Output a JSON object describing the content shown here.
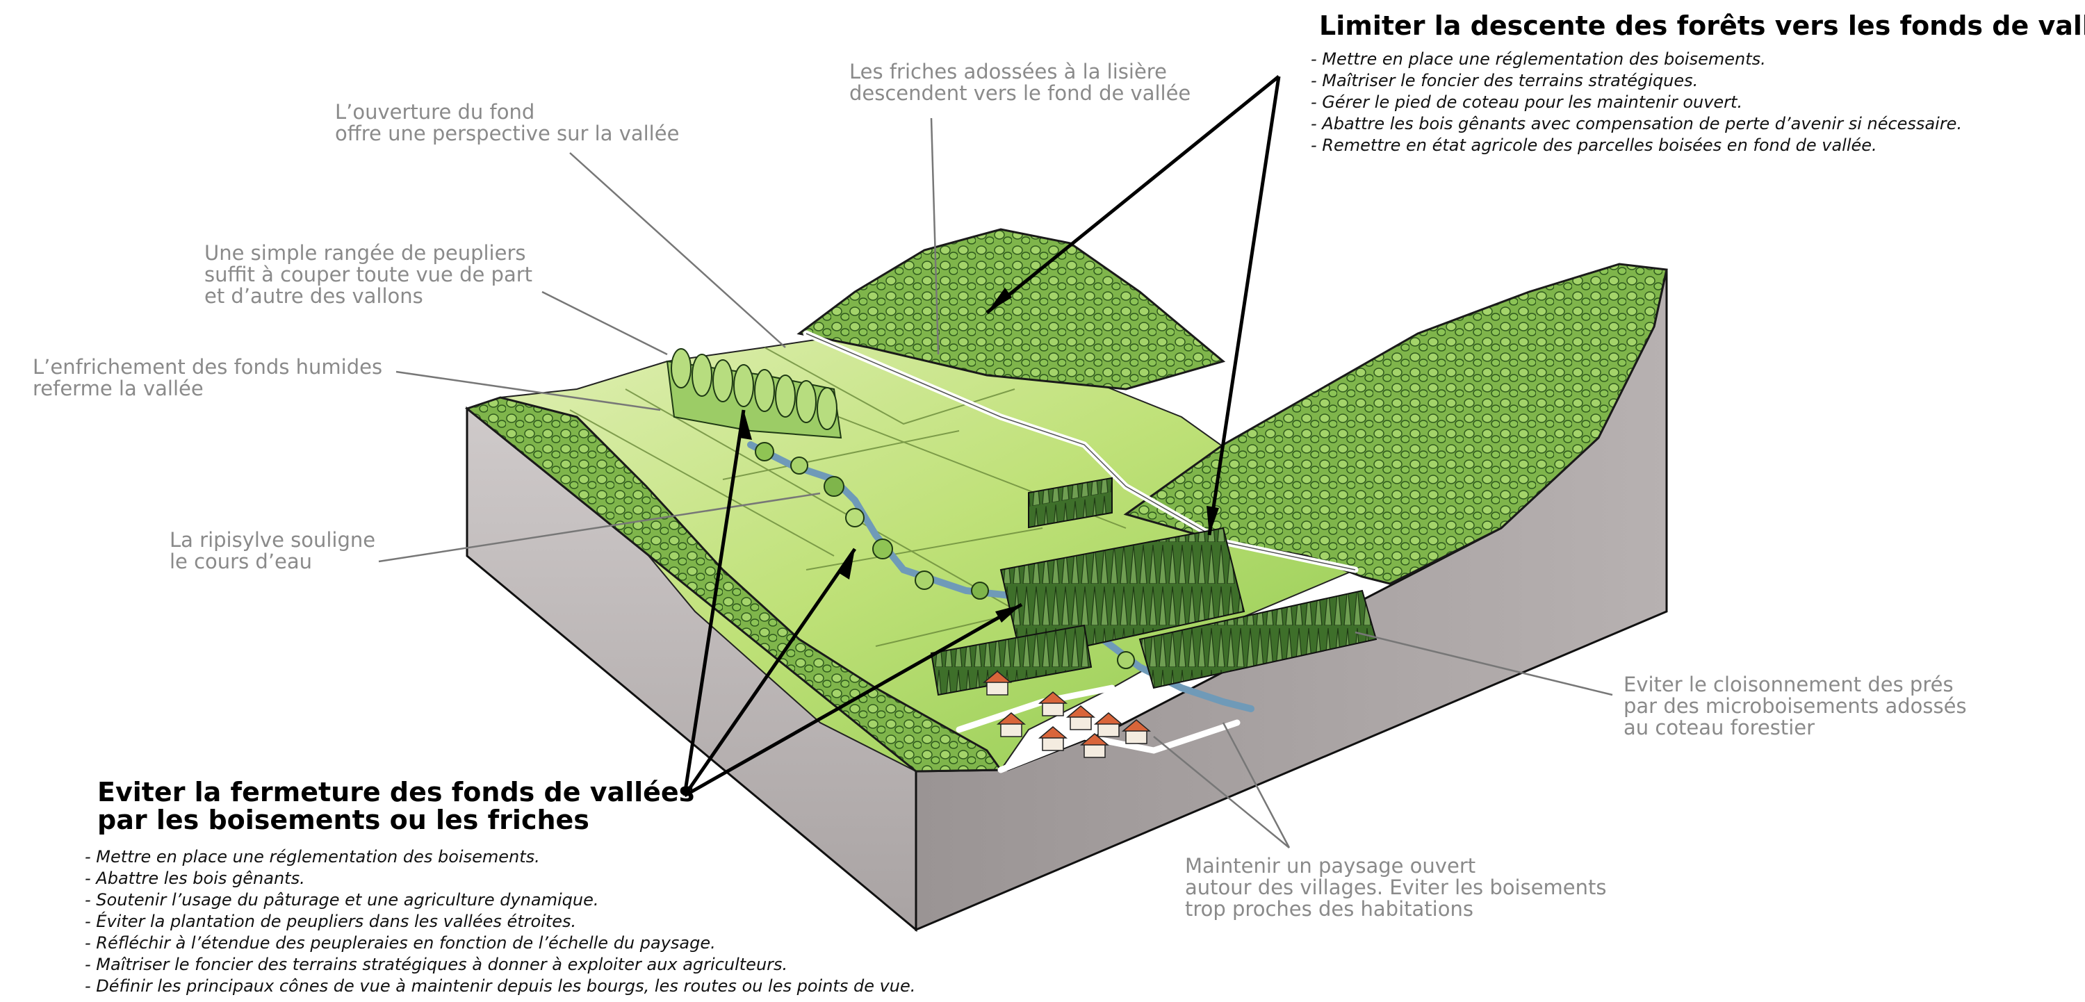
{
  "title_top_right": "Limiter la descente des forêts vers les fonds de vallées",
  "list_top_right": [
    "Mettre en place une réglementation des boisements.",
    "Maîtriser le foncier des terrains stratégiques.",
    "Gérer le pied de coteau pour les maintenir ouvert.",
    "Abattre les bois gênants avec compensation de perte d’avenir si nécessaire.",
    "Remettre en état agricole des parcelles boisées en fond de vallée."
  ],
  "title_bottom_left": [
    "Eviter la fermeture des fonds de vallées",
    "par les boisements ou les friches"
  ],
  "list_bottom_left": [
    "Mettre en place une réglementation des boisements.",
    "Abattre les bois gênants.",
    "Soutenir l’usage du pâturage et une agriculture dynamique.",
    "Éviter la plantation de peupliers dans les vallées étroites.",
    "Réfléchir à l’étendue des peupleraies en fonction de l’échelle du paysage.",
    "Maîtriser le foncier des terrains stratégiques à donner à exploiter aux agriculteurs.",
    "Définir les principaux cônes de vue à maintenir depuis les bourgs, les routes ou les points de vue."
  ],
  "annotations": {
    "friches": [
      "Les friches adossées à la lisière",
      "descendent vers le fond de vallée"
    ],
    "ouverture": [
      "L’ouverture du fond",
      "offre une perspective sur la vallée"
    ],
    "peupliers": [
      "Une simple rangée de peupliers",
      "suffit à couper toute vue de part",
      "et d’autre des vallons"
    ],
    "enfrichement": [
      "L’enfrichement des fonds humides",
      "referme la vallée"
    ],
    "ripisylve": [
      "La ripisylve souligne",
      "le cours d’eau"
    ],
    "cloisonnement": [
      "Eviter le cloisonnement des prés",
      "par des microboisements adossés",
      "au coteau forestier"
    ],
    "villages": [
      "Maintenir un paysage ouvert",
      "autour des villages. Eviter les boisements",
      "trop proches des habitations"
    ]
  },
  "colors": {
    "annotation_text": "#8a8a8a",
    "title_text": "#000000",
    "meadow": "#b9de6a",
    "forest": "#5f9a3a",
    "block_side": "#bcb6b6"
  }
}
